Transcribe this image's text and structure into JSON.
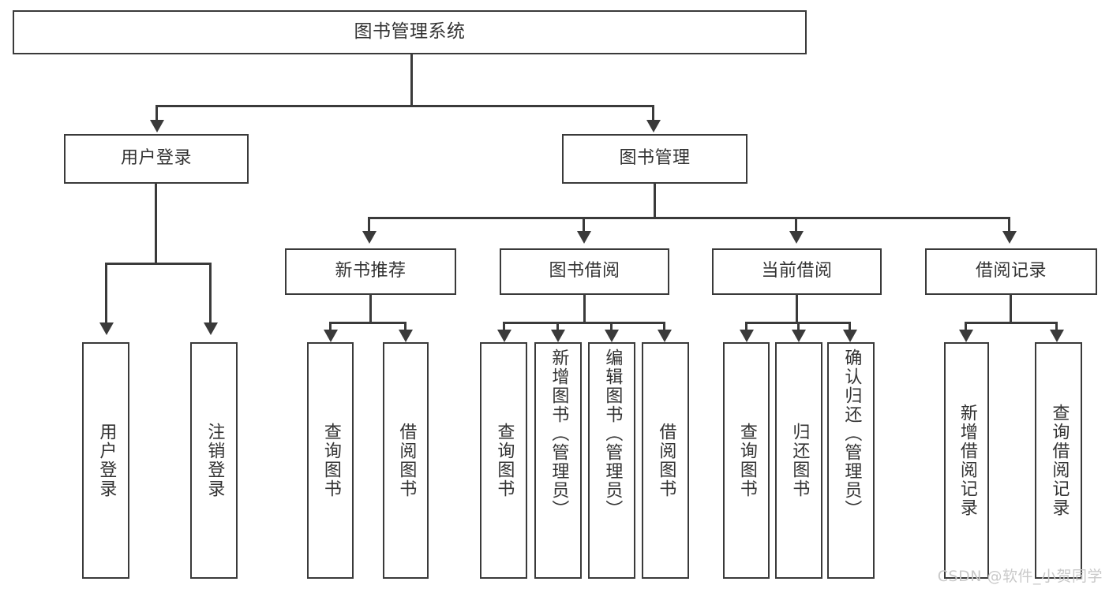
{
  "diagram": {
    "title": "图书管理系统",
    "type": "功能结构图",
    "root": {
      "label": "图书管理系统"
    },
    "level2": [
      {
        "label": "用户登录"
      },
      {
        "label": "图书管理"
      }
    ],
    "level3": [
      {
        "label": "新书推荐"
      },
      {
        "label": "图书借阅"
      },
      {
        "label": "当前借阅"
      },
      {
        "label": "借阅记录"
      }
    ],
    "leaves": {
      "user_login": [
        {
          "label": "用户登录"
        },
        {
          "label": "注销登录"
        }
      ],
      "new_book_recommend": [
        {
          "label": "查询图书"
        },
        {
          "label": "借阅图书"
        }
      ],
      "book_borrow": [
        {
          "label": "查询图书"
        },
        {
          "label": "新增图书（管理员）"
        },
        {
          "label": "编辑图书（管理员）"
        },
        {
          "label": "借阅图书"
        }
      ],
      "current_borrow": [
        {
          "label": "查询图书"
        },
        {
          "label": "归还图书"
        },
        {
          "label": "确认归还（管理员）"
        }
      ],
      "borrow_record": [
        {
          "label": "新增借阅记录"
        },
        {
          "label": "查询借阅记录"
        }
      ]
    }
  },
  "watermark": {
    "text": "CSDN @软件_小贺同学"
  },
  "colors": {
    "stroke": "#3a3a3a",
    "text": "#333333",
    "background": "#ffffff",
    "watermark": "#c9c9c9"
  }
}
